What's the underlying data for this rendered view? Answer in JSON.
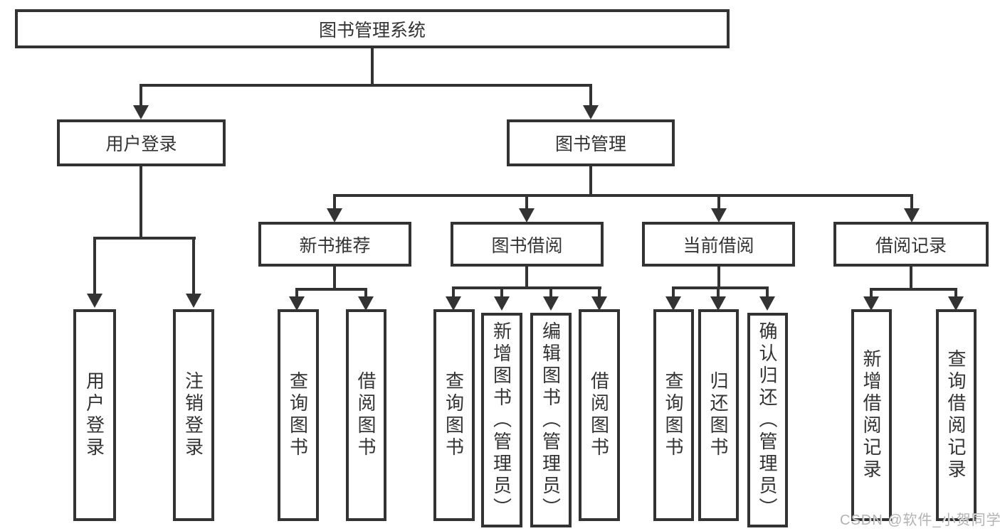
{
  "diagram": {
    "root": {
      "label": "图书管理系统",
      "children": [
        {
          "label": "用户登录",
          "children": [
            {
              "label": "用户登录"
            },
            {
              "label": "注销登录"
            }
          ]
        },
        {
          "label": "图书管理",
          "children": [
            {
              "label": "新书推荐",
              "children": [
                {
                  "label": "查询图书"
                },
                {
                  "label": "借阅图书"
                }
              ]
            },
            {
              "label": "图书借阅",
              "children": [
                {
                  "label": "查询图书"
                },
                {
                  "label": "新增图书（管理员）"
                },
                {
                  "label": "编辑图书（管理员）"
                },
                {
                  "label": "借阅图书"
                }
              ]
            },
            {
              "label": "当前借阅",
              "children": [
                {
                  "label": "查询图书"
                },
                {
                  "label": "归还图书"
                },
                {
                  "label": "确认归还（管理员）"
                }
              ]
            },
            {
              "label": "借阅记录",
              "children": [
                {
                  "label": "新增借阅记录"
                },
                {
                  "label": "查询借阅记录"
                }
              ]
            }
          ]
        }
      ]
    },
    "colors": {
      "line": "#333333",
      "text": "#333333",
      "background": "#ffffff",
      "watermark": "#b3b3b3"
    }
  },
  "watermark": {
    "text": "CSDN @软件_小贺同学"
  }
}
